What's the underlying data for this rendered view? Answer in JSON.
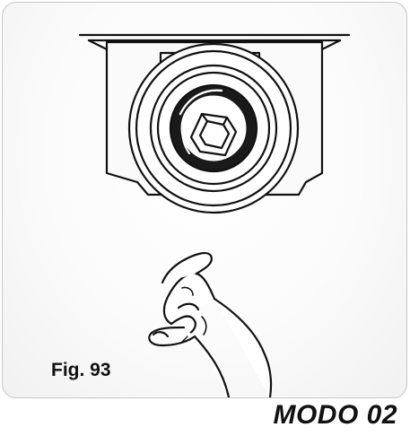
{
  "figure": {
    "label": "Fig. 93",
    "mode": "MODO 02"
  },
  "icons": [
    "mechanism-illustration",
    "hand-icon"
  ],
  "colors": {
    "line": "#111111",
    "paper": "#ffffff",
    "frame_border": "#c8c8c8"
  }
}
